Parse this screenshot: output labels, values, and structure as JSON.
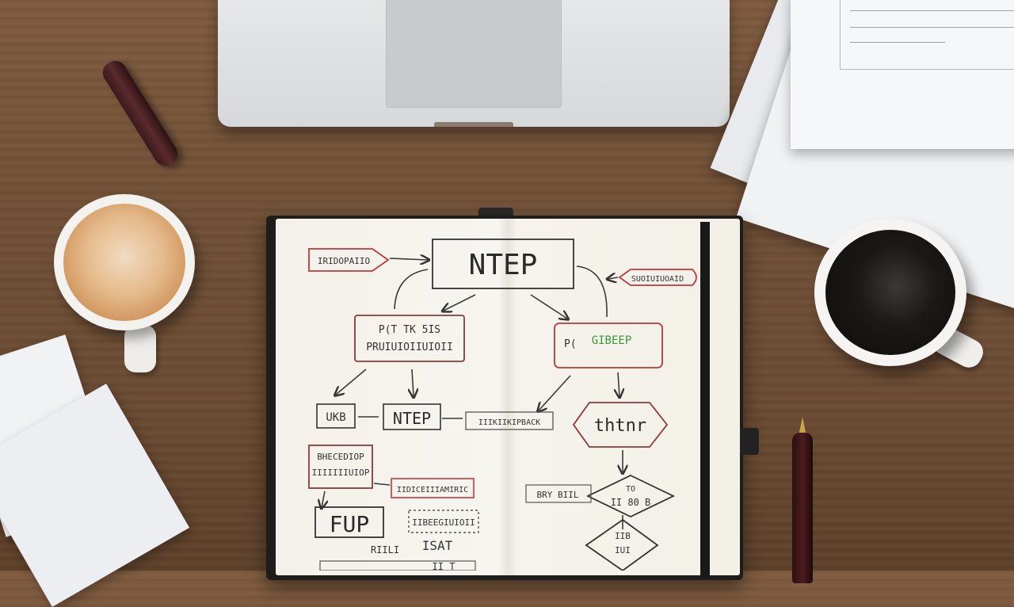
{
  "photo": {
    "subject": "flowchart notebook on wooden desk",
    "colors": {
      "desk": "#6e4e35",
      "ink": "#333333",
      "red_ink": "#c0393b",
      "green_ink": "#3a9a3a"
    }
  },
  "notebook": {
    "title": "NTEP",
    "left_tag": "IRIDOPAIIO",
    "right_tag": "SUOIUIUOAID",
    "box_left_line1": "P(T TK 5IS",
    "box_left_line2": "PRUIUIOIIUIOII",
    "box_right_prefix": "P(",
    "box_right_green": "GIBEEP",
    "node_small": "UKB",
    "node_center": "NTEP",
    "node_long": "IIIKIIKIPBACK",
    "hexagon": "thtnr",
    "stack_line1": "BHECEDIOP",
    "stack_line2": "IIIIIIIUIOP",
    "red_box": "IIDICEIIIAMIRIC",
    "big_box": "FUP",
    "dotted_box": "IIBEEGIUIOII",
    "bottom_left": "RIILI",
    "bottom_mid": "ISAT",
    "diamond1_line1": "TO",
    "diamond1_line2": "II 80 B",
    "diamond_label": "BRY BIIL",
    "diamond2_line1": "IIB",
    "diamond2_line2": "IUI",
    "bottom_edge": "II T"
  }
}
